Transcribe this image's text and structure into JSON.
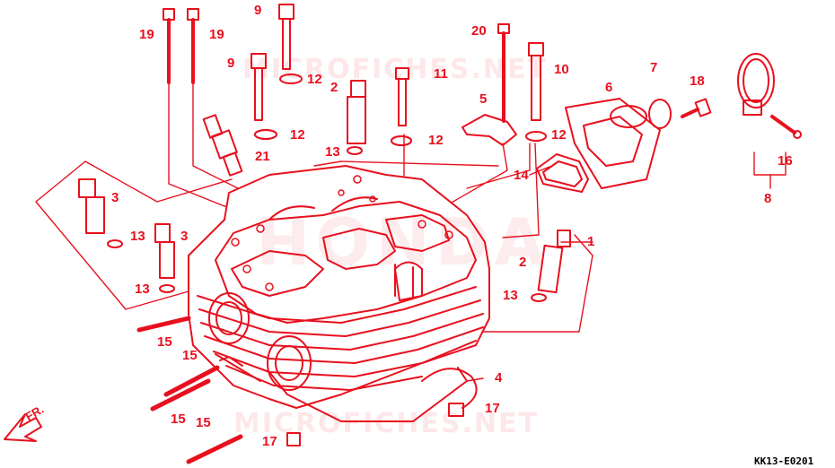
{
  "labels": {
    "p1": "1",
    "p2a": "2",
    "p2b": "2",
    "p3a": "3",
    "p3b": "3",
    "p4": "4",
    "p5": "5",
    "p6": "6",
    "p7": "7",
    "p8": "8",
    "p9a": "9",
    "p9b": "9",
    "p10": "10",
    "p11": "11",
    "p12a": "12",
    "p12b": "12",
    "p12c": "12",
    "p12d": "12",
    "p13a": "13",
    "p13b": "13",
    "p13c": "13",
    "p13d": "13",
    "p14": "14",
    "p15a": "15",
    "p15b": "15",
    "p15c": "15",
    "p15d": "15",
    "p16": "16",
    "p17a": "17",
    "p17b": "17",
    "p18": "18",
    "p19a": "19",
    "p19b": "19",
    "p20": "20",
    "p21": "21"
  },
  "direction": "FR.",
  "watermark_top": "MICROFICHES.NET",
  "watermark_bottom": "MICROFICHES.NET",
  "watermark_brand": "HONDA",
  "code": "KK13-E0201",
  "colors": {
    "line": "#e8101e",
    "code": "#000000"
  }
}
